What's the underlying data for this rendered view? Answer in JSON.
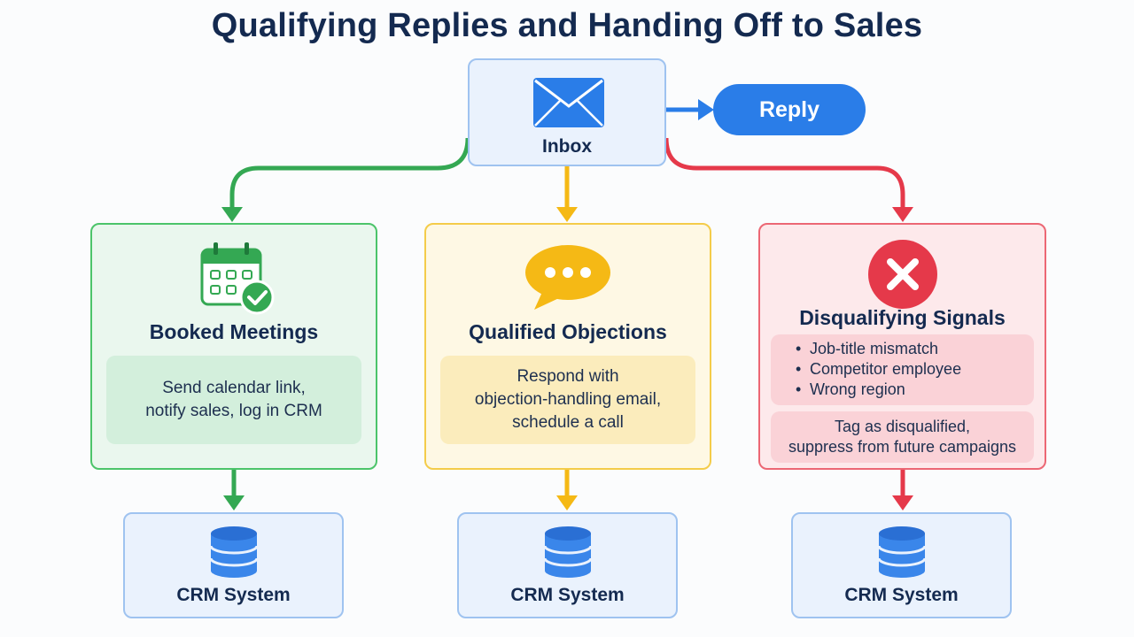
{
  "title": "Qualifying Replies and Handing Off to Sales",
  "inbox": {
    "label": "Inbox",
    "icon": "envelope-icon"
  },
  "reply": {
    "label": "Reply"
  },
  "branches": [
    {
      "title": "Booked Meetings",
      "icon": "calendar-check-icon",
      "color": "#34a853",
      "action": "Send calendar link,\nnotify sales, log in CRM"
    },
    {
      "title": "Qualified Objections",
      "icon": "chat-bubble-icon",
      "color": "#f5b915",
      "action": "Respond with\nobjection-handling email,\nschedule a call"
    },
    {
      "title": "Disqualifying Signals",
      "icon": "x-circle-icon",
      "color": "#e5394a",
      "signals": [
        "Job-title mismatch",
        "Competitor employee",
        "Wrong region"
      ],
      "action": "Tag as disqualified,\nsuppress from future campaigns"
    }
  ],
  "crm": [
    {
      "label": "CRM System",
      "icon": "database-icon"
    },
    {
      "label": "CRM System",
      "icon": "database-icon"
    },
    {
      "label": "CRM System",
      "icon": "database-icon"
    }
  ],
  "colors": {
    "blue": "#2a7de8",
    "green": "#34a853",
    "yellow": "#f5b915",
    "red": "#e5394a"
  }
}
